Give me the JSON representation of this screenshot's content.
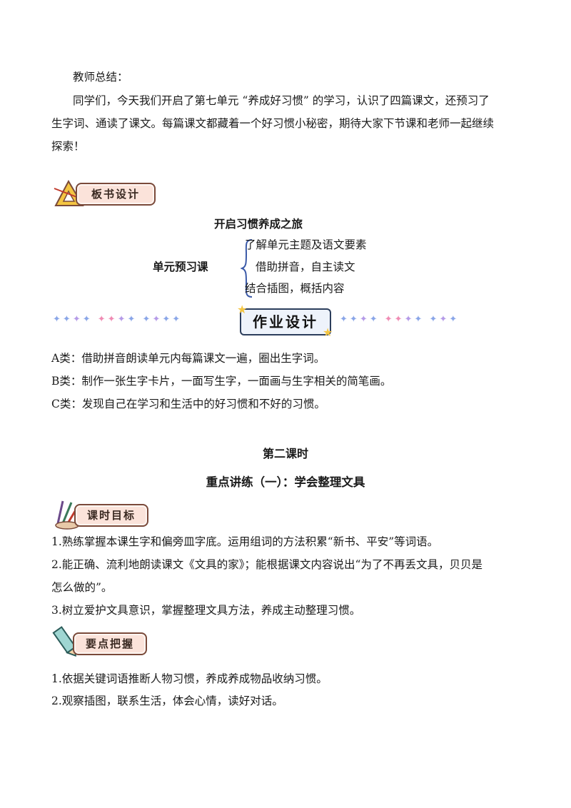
{
  "summary": {
    "heading": "教师总结：",
    "para_line1": "同学们，今天我们开启了第七单元 “养成好习惯” 的学习，认识了四篇课文，还预习了",
    "para_line2": "生字词、通读了课文。每篇课文都藏着一个好习惯小秘密，期待大家下节课和老师一起继续",
    "para_line3": "探索！"
  },
  "board": {
    "badge": "板书设计",
    "title": "开启习惯养成之旅",
    "left_label": "单元预习课",
    "items": [
      "了解单元主题及语文要素",
      "借助拼音，自主读文",
      "结合插图，概括内容"
    ]
  },
  "homework": {
    "badge": "作业设计",
    "items": [
      "A类：借助拼音朗读单元内每篇课文一遍，圈出生字词。",
      "B类：制作一张生字卡片，一面写生字，一面画与生字相关的简笔画。",
      "C类：发现自己在学习和生活中的好习惯和不好的习惯。"
    ]
  },
  "lesson2": {
    "title": "第二课时",
    "subtitle": "重点讲练（一）：学会整理文具"
  },
  "goals": {
    "badge": "课时目标",
    "lines": [
      "1.熟练掌握本课生字和偏旁皿字底。运用组词的方法积累“新书、平安”等词语。",
      "2.能正确、流利地朗读课文《文具的家》；能根据课文内容说出“为了不再丢文具，贝贝是",
      "怎么做的”。",
      "3.树立爱护文具意识，掌握整理文具方法，养成主动整理习惯。"
    ]
  },
  "keypoints": {
    "badge": "要点把握",
    "lines": [
      "1.依据关键词语推断人物习惯，养成养成物品收纳习惯。",
      "2.观察插图，联系生活，体会心情，读好对话。"
    ]
  },
  "colors": {
    "badge_fill": "#fbe3da",
    "badge_border": "#7a4a3a",
    "brace": "#3b5aa8",
    "sparkle_blue": "#8aa6e8",
    "sparkle_pink": "#f08cb4"
  }
}
